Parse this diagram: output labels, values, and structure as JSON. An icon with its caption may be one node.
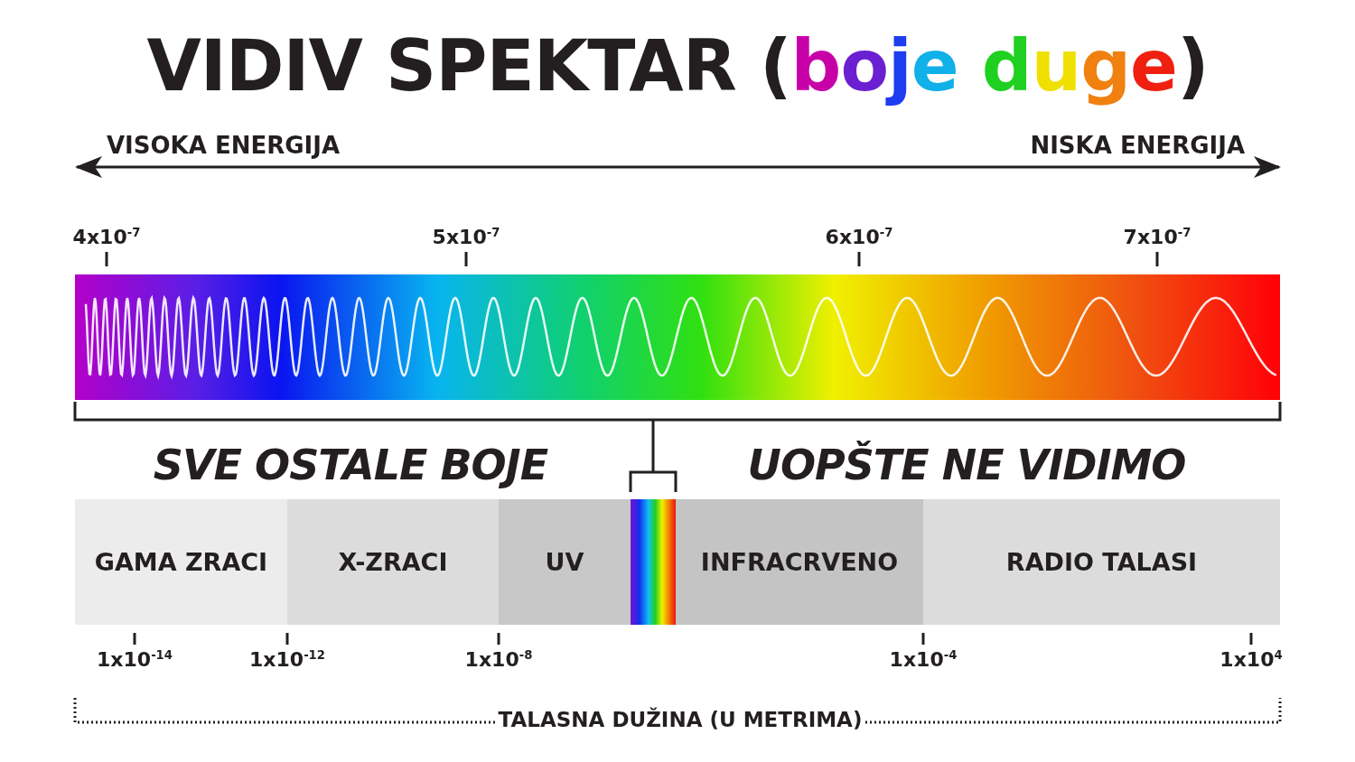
{
  "diagram": {
    "title": "VIDIV SPEKTAR (boje duge)",
    "nodes": [
      {
        "text": [
          "GAMA ZRACI"
        ]
      },
      {
        "text": [
          "X-ZRACI"
        ]
      },
      {
        "text": [
          "UV"
        ]
      },
      {
        "text": [],
        "shape": "bar"
      },
      {
        "text": [
          "INFRACRVENO"
        ]
      },
      {
        "text": [
          "RADIO TALASI"
        ]
      }
    ],
    "labels": [
      "VISOKA ENERGIJA",
      "NISKA ENERGIJA",
      "4x10$^{-7}$",
      "5x10$^{-7}$",
      "6x10$^{-7}$",
      "7x10$^{-7}$",
      "SVE OSTALE BOJE",
      "UOPŠTE NE VIDIMO",
      "1x10$^{-14}$",
      "1x10$^{-12}$",
      "1x10$^{-8}$",
      "1x10$^{-4}$",
      "1x10$^{4}$",
      "TALASNA DUŽINA (U METRIMA)"
    ]
  }
}
